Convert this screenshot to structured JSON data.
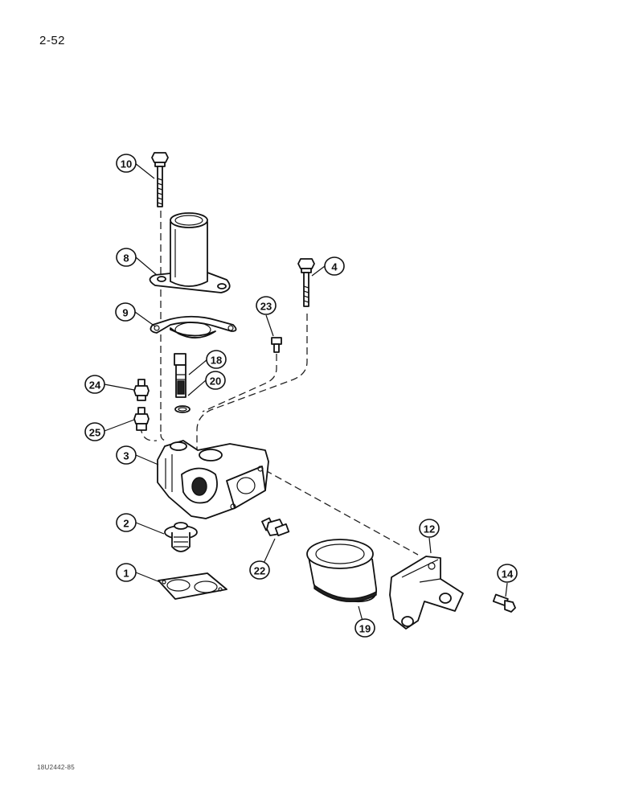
{
  "page": {
    "page_number": "2-52",
    "footer_code": "18U2442-85"
  },
  "callouts": [
    {
      "id": "10",
      "label": "10"
    },
    {
      "id": "8",
      "label": "8"
    },
    {
      "id": "9",
      "label": "9"
    },
    {
      "id": "4",
      "label": "4"
    },
    {
      "id": "23",
      "label": "23"
    },
    {
      "id": "18",
      "label": "18"
    },
    {
      "id": "20",
      "label": "20"
    },
    {
      "id": "24",
      "label": "24"
    },
    {
      "id": "25",
      "label": "25"
    },
    {
      "id": "3",
      "label": "3"
    },
    {
      "id": "2",
      "label": "2"
    },
    {
      "id": "22",
      "label": "22"
    },
    {
      "id": "1",
      "label": "1"
    },
    {
      "id": "12",
      "label": "12"
    },
    {
      "id": "19",
      "label": "19"
    },
    {
      "id": "14",
      "label": "14"
    }
  ]
}
